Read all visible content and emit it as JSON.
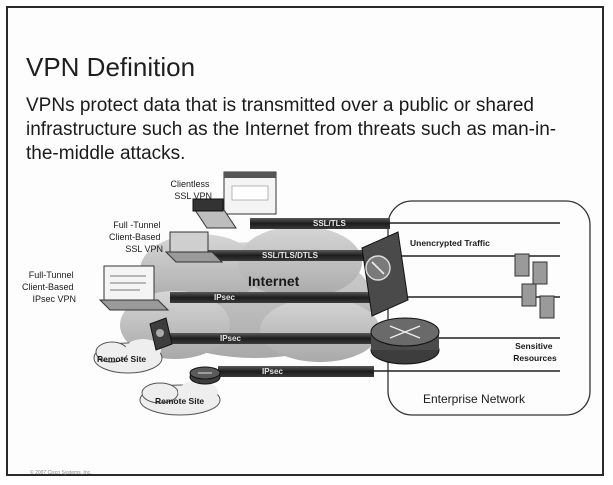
{
  "slide": {
    "title": "VPN Definition",
    "body": "VPNs protect data that is transmitted over a public or shared infrastructure such as the Internet from threats such as man-in-the-middle attacks.",
    "footer": "© 2007 Cisco Systems, Inc."
  },
  "diagram": {
    "clients": {
      "clientless": [
        "Clientless",
        "SSL VPN"
      ],
      "full_tunnel_ssl": [
        "Full -Tunnel",
        "Client-Based",
        "SSL VPN"
      ],
      "full_tunnel_ipsec": [
        "Full-Tunnel",
        "Client-Based",
        "IPsec VPN"
      ]
    },
    "internet_label": "Internet",
    "remote_site_1": "Remote Site",
    "remote_site_2": "Remote Site",
    "tunnels": {
      "ssl_tls": "SSL/TLS",
      "ssl_tls_dtls": "SSL/TLS/DTLS",
      "ipsec_1": "IPsec",
      "ipsec_2": "IPsec",
      "ipsec_3": "IPsec"
    },
    "unencrypted_traffic": "Unencrypted Traffic",
    "sensitive_resources": [
      "Sensitive",
      "Resources"
    ],
    "enterprise_network": "Enterprise Network"
  }
}
